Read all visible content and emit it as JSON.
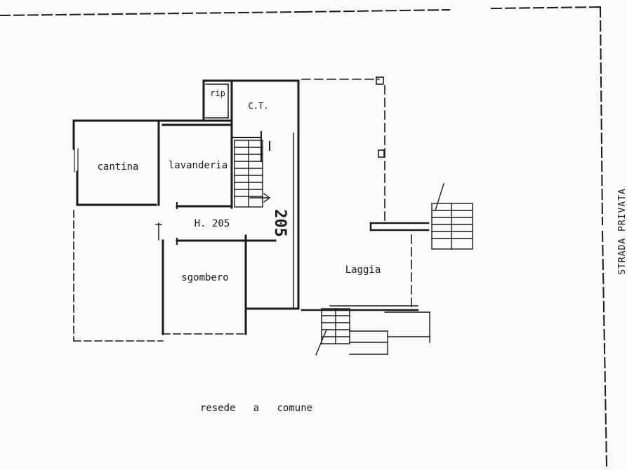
{
  "labels": {
    "rip": "rip",
    "ct": "C.T.",
    "cantina": "cantina",
    "lavanderia": "lavanderia",
    "height": "H. 205",
    "dimension": "205",
    "sgombero": "sgombero",
    "loggia": "Laggia",
    "resede": "resede   a   comune",
    "strada": "STRADA PRIVATA"
  },
  "colors": {
    "ink": "#1a1a1a",
    "paper": "#fbfbf9"
  }
}
